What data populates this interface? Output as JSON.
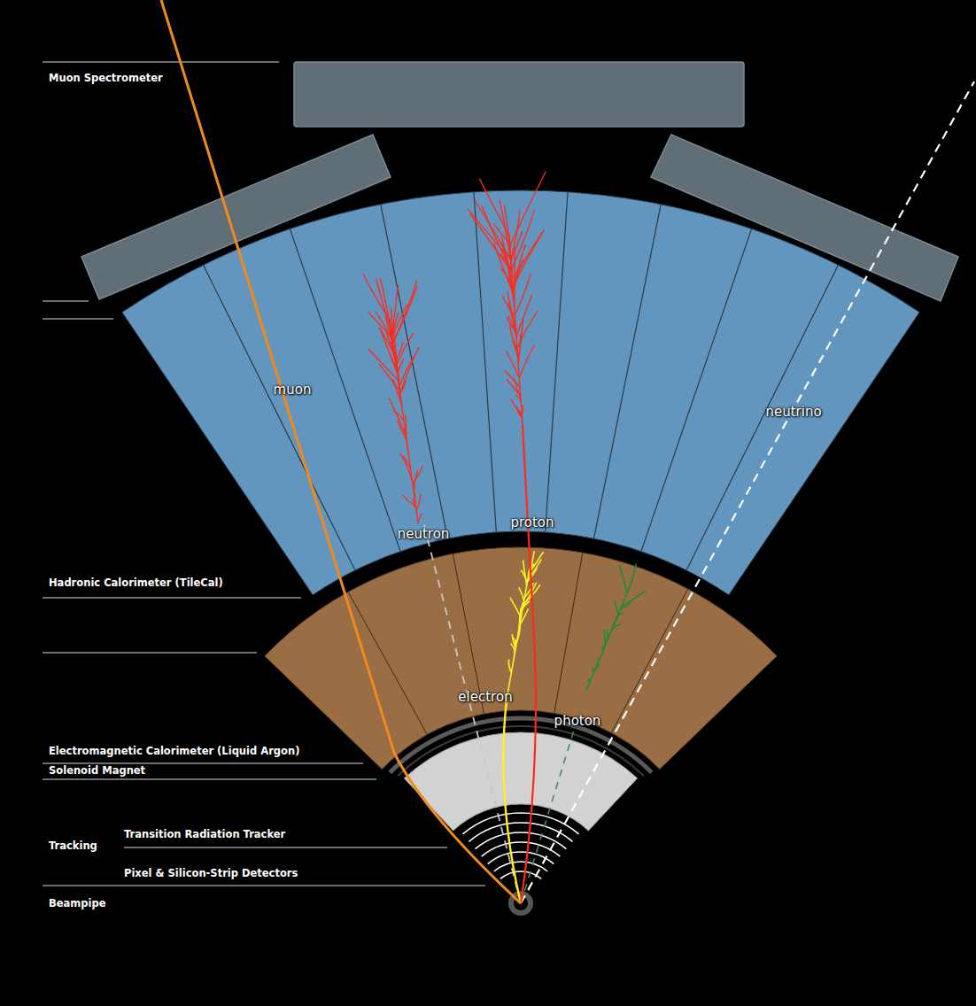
{
  "diagram": {
    "labels": [
      "Muon Spectrometer",
      "Hadronic Calorimeter (TileCal)",
      "Electromagnetic Calorimeter (Liquid Argon)",
      "Solenoid Magnet",
      "Tracking",
      "Transition Radiation Tracker",
      "Pixel & Silicon-Strip Detectors",
      "Beampipe",
      "muon",
      "neutron",
      "proton",
      "neutrino",
      "electron",
      "photon"
    ]
  }
}
